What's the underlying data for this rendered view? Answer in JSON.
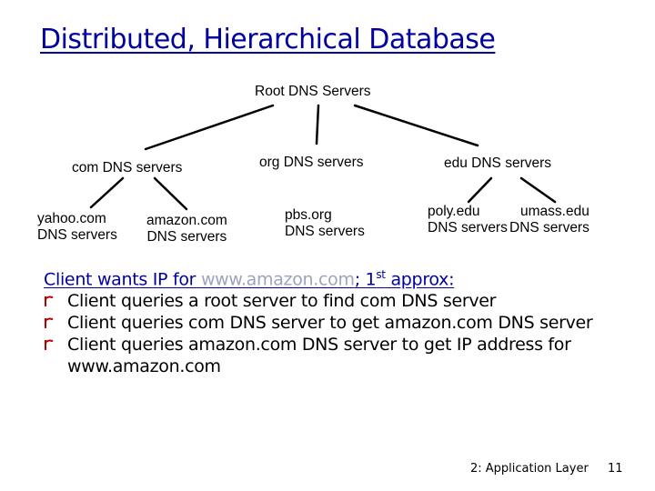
{
  "slide": {
    "title": "Distributed, Hierarchical Database"
  },
  "tree": {
    "root": "Root DNS Servers",
    "com": "com DNS servers",
    "org": "org DNS servers",
    "edu": "edu DNS servers",
    "yahoo": [
      "yahoo.com",
      "DNS servers"
    ],
    "amazon": [
      "amazon.com",
      "DNS servers"
    ],
    "pbs": [
      "pbs.org",
      "DNS servers"
    ],
    "poly": [
      "poly.edu",
      "DNS servers"
    ],
    "umass": [
      "umass.edu",
      "DNS servers"
    ]
  },
  "text": {
    "heading_prefix": "Client wants IP for ",
    "heading_url": "www.amazon.com",
    "heading_suffix": "; 1",
    "heading_sup": "st",
    "heading_end": " approx:",
    "bullet_icon": "hollow-r-bullet-icon",
    "bullets": [
      "Client queries a root server to find com DNS server",
      "Client queries com DNS server to get amazon.com DNS server",
      "Client queries amazon.com DNS server to get  IP address for www.amazon.com"
    ]
  },
  "footer": {
    "chapter": "2: Application Layer",
    "page": "11"
  }
}
